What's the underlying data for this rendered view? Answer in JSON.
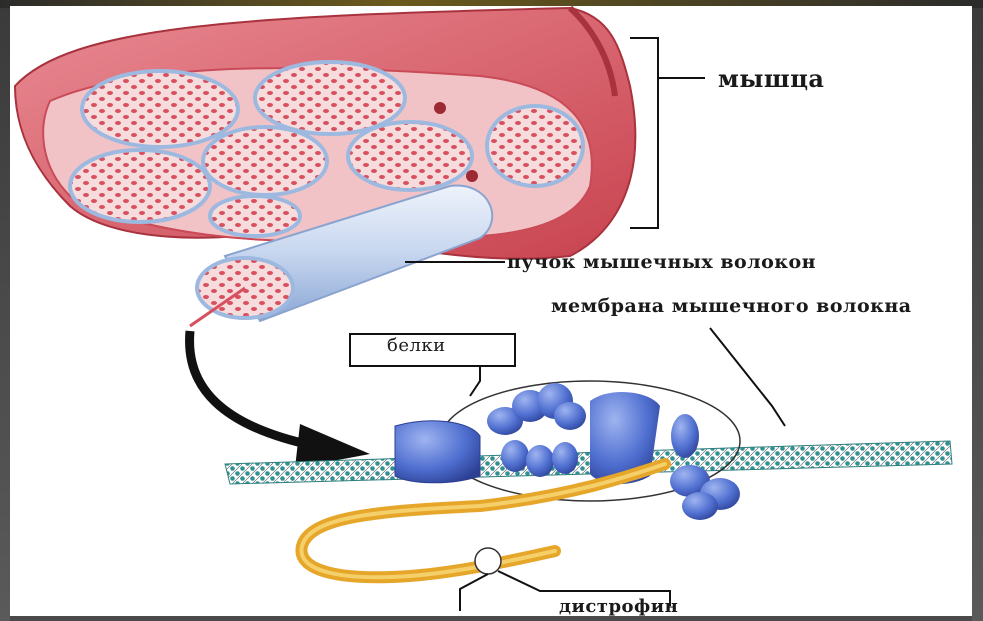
{
  "labels": {
    "muscle": "мышца",
    "bundle": "пучок мышечных волокон",
    "membrane": "мембрана мышечного волокна",
    "proteins": "белки",
    "dystrophin": "дистрофин"
  },
  "colors": {
    "muscle_outer": "#d9606b",
    "muscle_inner": "#f3c6c8",
    "fascicle_border": "#a8c4e6",
    "fiber_dot": "#d8505f",
    "bundle_tube": "#cfdcf2",
    "membrane_teal": "#3a9a9a",
    "protein_blue": "#4f6fd0",
    "dystrophin_yellow": "#e6a62a",
    "arrow_black": "#111111"
  }
}
